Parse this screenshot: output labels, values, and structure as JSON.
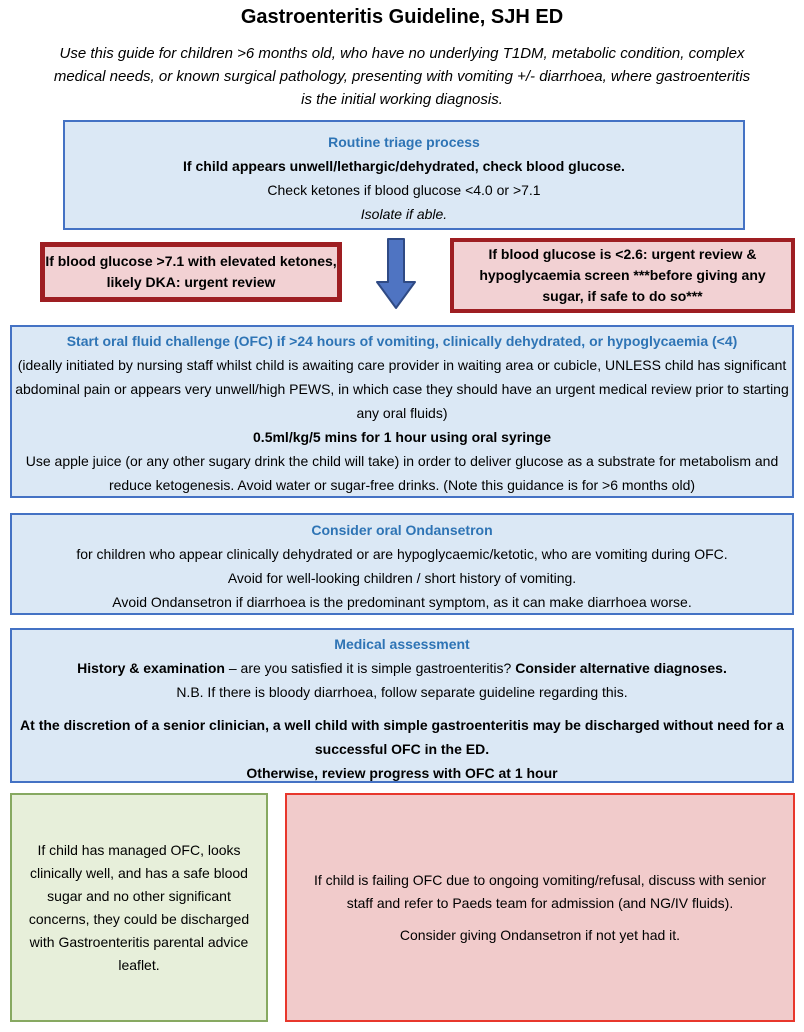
{
  "title": "Gastroenteritis Guideline, SJH ED",
  "intro": {
    "paragraphs": [
      {
        "text": "Use this guide for children >6 months old, who have no underlying T1DM, metabolic condition, complex medical needs, or known surgical pathology, presenting with vomiting +/- diarrhoea, where gastroenteritis is the initial working diagnosis.",
        "style": "italic"
      }
    ]
  },
  "triage": {
    "heading": "Routine triage process",
    "paragraphs": [
      {
        "text": "If child appears unwell/lethargic/dehydrated, check blood glucose.",
        "style": "bold"
      },
      {
        "text": "Check ketones if blood glucose <4.0 or >7.1"
      },
      {
        "text": "Isolate if able.",
        "style": "italic"
      }
    ]
  },
  "dka_alert": {
    "paragraphs": [
      {
        "text": "If blood glucose >7.1 with elevated ketones, likely DKA: urgent review",
        "style": "bold"
      }
    ]
  },
  "hypo_alert": {
    "paragraphs": [
      {
        "text": "If blood glucose is <2.6: urgent review & hypoglycaemia screen ***before giving any sugar, if safe to do so***",
        "style": "bold"
      }
    ]
  },
  "ofc": {
    "heading": "Start oral fluid challenge (OFC) if >24 hours of vomiting, clinically dehydrated, or hypoglycaemia (<4)",
    "paragraphs": [
      {
        "text": "(ideally initiated by nursing staff whilst child is awaiting care provider in waiting area or cubicle, UNLESS child has significant abdominal pain or appears very unwell/high PEWS, in which case they should have an urgent medical review prior to starting any oral fluids)"
      },
      {
        "text": "0.5ml/kg/5 mins for 1 hour using oral syringe",
        "style": "bold"
      },
      {
        "text": "Use apple juice (or any other sugary drink the child will take) in order to deliver glucose as a substrate for metabolism and reduce ketogenesis. Avoid water or sugar-free drinks. (Note this guidance is for >6 months old)"
      }
    ]
  },
  "ondansetron": {
    "heading": "Consider oral Ondansetron",
    "paragraphs": [
      {
        "text": "for children who appear clinically dehydrated or are hypoglycaemic/ketotic, who are vomiting during OFC."
      },
      {
        "text": "Avoid for well-looking children / short history of vomiting."
      },
      {
        "text": "Avoid Ondansetron if diarrhoea is the predominant symptom, as it can make diarrhoea worse."
      }
    ]
  },
  "medical": {
    "heading": "Medical assessment",
    "paragraphs": [
      {
        "segments": [
          {
            "text": "History & examination",
            "style": "bold"
          },
          {
            "text": " – are you satisfied it is simple gastroenteritis? "
          },
          {
            "text": "Consider alternative diagnoses.",
            "style": "bold"
          }
        ]
      },
      {
        "text": "N.B. If there is bloody diarrhoea, follow separate guideline regarding this."
      },
      {
        "text": "At the discretion of a senior clinician, a well child with simple gastroenteritis may be discharged without need for a successful OFC in the ED.",
        "style": "bold gap"
      },
      {
        "text": "Otherwise, review progress with OFC at 1 hour",
        "style": "bold"
      }
    ]
  },
  "discharge": {
    "paragraphs": [
      {
        "text": "If child has managed OFC, looks clinically well, and has a safe blood sugar and no other significant concerns, they could be discharged with Gastroenteritis parental advice leaflet."
      }
    ]
  },
  "admission": {
    "paragraphs": [
      {
        "text": "If child is failing OFC due to ongoing vomiting/refusal, discuss with senior staff and refer to Paeds team for admission (and NG/IV fluids)."
      },
      {
        "text": "Consider giving Ondansetron if not yet had it.",
        "style": "gap"
      }
    ]
  },
  "icons": {
    "down_arrow": "down-arrow"
  },
  "colors": {
    "heading_blue": "#2e74b5",
    "blue_box_bg": "#dbe8f5",
    "blue_box_border": "#4472c4",
    "alert_box_bg": "#f2d1d3",
    "alert_box_border": "#9e1e22",
    "admission_box_bg": "#f1cbcb",
    "admission_box_border": "#e8372c",
    "discharge_box_bg": "#e7efda",
    "discharge_box_border": "#87a961",
    "arrow_fill": "#4f74c2",
    "arrow_stroke": "#2f4a84"
  }
}
